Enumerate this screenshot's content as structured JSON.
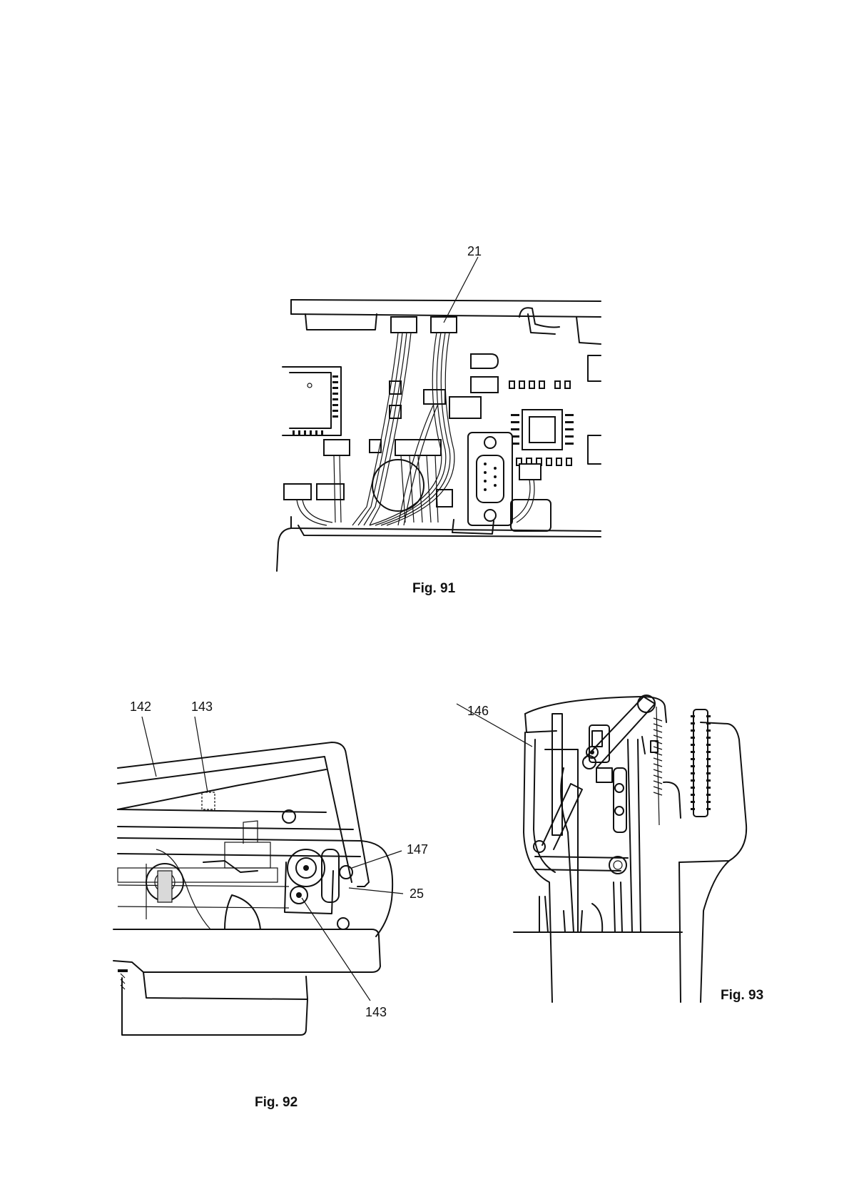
{
  "figures": [
    {
      "id": "fig91",
      "caption": "Fig. 91",
      "callouts": [
        "21"
      ]
    },
    {
      "id": "fig92",
      "caption": "Fig. 92",
      "callouts": [
        "142",
        "143",
        "147",
        "25",
        "143"
      ]
    },
    {
      "id": "fig93",
      "caption": "Fig. 93",
      "callouts": [
        "146"
      ]
    }
  ],
  "icons": {
    "fig91_drawing": "circuit-board-drawing-icon",
    "fig92_drawing": "machine-arm-cover-drawing-icon",
    "fig93_drawing": "machine-head-mechanism-drawing-icon"
  }
}
